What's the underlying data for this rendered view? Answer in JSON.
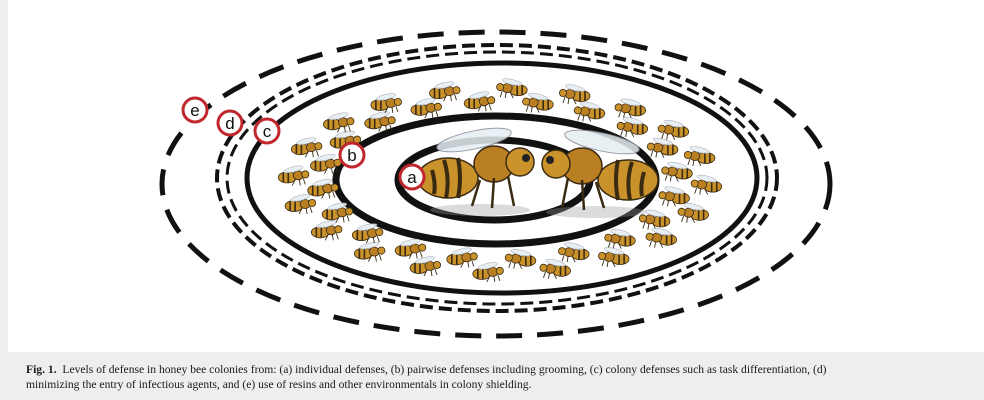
{
  "figure": {
    "labels": [
      "e",
      "d",
      "c",
      "b",
      "a"
    ],
    "colors": {
      "ring": "#111111",
      "badge": "#c0272d",
      "bee_body": "#c9922a",
      "bee_dark": "#3a2a12"
    }
  },
  "caption": {
    "prefix": "Fig. 1.",
    "line1": "Levels of defense in honey bee colonies from: (a) individual defenses, (b) pairwise defenses including grooming, (c) colony defenses such as task differentiation, (d)",
    "line2": "minimizing the entry of infectious agents, and (e) use of resins and other environmentals in colony shielding."
  }
}
